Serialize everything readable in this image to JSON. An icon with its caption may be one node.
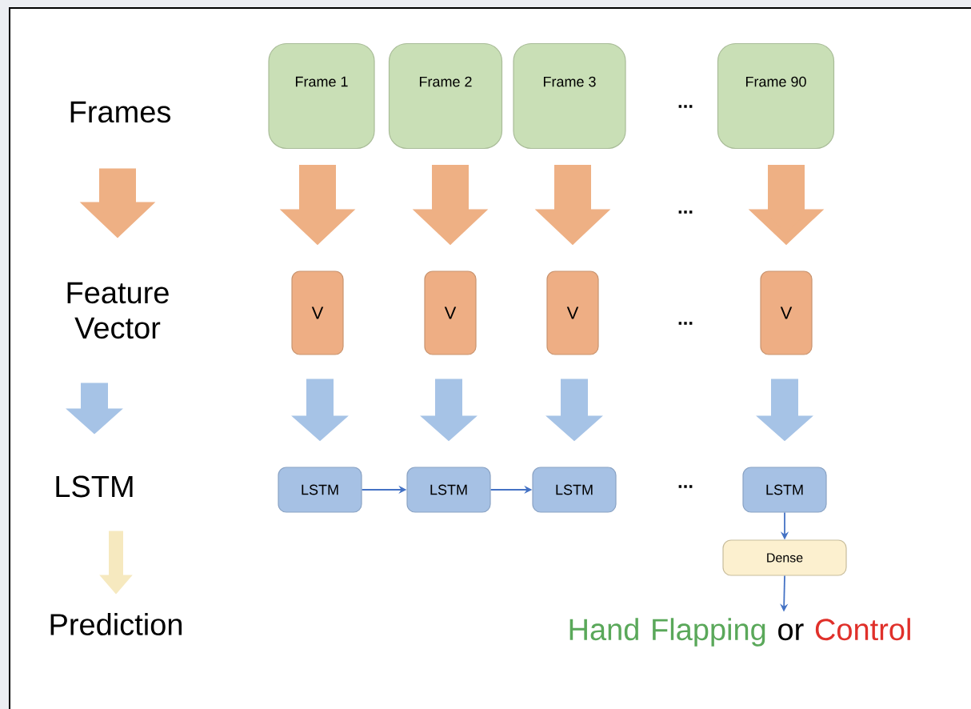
{
  "diagram": {
    "nodes": [
      {
        "text": [
          "Frames"
        ]
      },
      {
        "text": [
          "Feature Vector"
        ]
      },
      {
        "text": [
          "LSTM"
        ]
      },
      {
        "text": [
          "Prediction"
        ]
      },
      {
        "text": [
          "Frame 1"
        ]
      },
      {
        "text": [
          "Frame 2"
        ]
      },
      {
        "text": [
          "Frame 3"
        ]
      },
      {
        "text": [
          "Frame 90"
        ]
      },
      {
        "text": [
          "V"
        ]
      },
      {
        "text": [
          "V"
        ]
      },
      {
        "text": [
          "V"
        ]
      },
      {
        "text": [
          "V"
        ]
      },
      {
        "text": [
          "LSTM"
        ]
      },
      {
        "text": [
          "LSTM"
        ]
      },
      {
        "text": [
          "LSTM"
        ]
      },
      {
        "text": [
          "LSTM"
        ]
      },
      {
        "text": [
          "Dense"
        ]
      },
      {
        "text": [
          "Hand Flapping",
          "or",
          "Control"
        ]
      }
    ],
    "edges": [
      {
        "from": 0,
        "to": 1,
        "arrow": "to",
        "color": "#eeb084"
      },
      {
        "from": 1,
        "to": 2,
        "arrow": "to",
        "color": "#a6c3e6"
      },
      {
        "from": 2,
        "to": 3,
        "arrow": "to",
        "color": "#f6e9bf"
      },
      {
        "from": 4,
        "to": 8,
        "arrow": "to",
        "color": "#eeb084"
      },
      {
        "from": 5,
        "to": 9,
        "arrow": "to",
        "color": "#eeb084"
      },
      {
        "from": 6,
        "to": 10,
        "arrow": "to",
        "color": "#eeb084"
      },
      {
        "from": 7,
        "to": 11,
        "arrow": "to",
        "color": "#eeb084"
      },
      {
        "from": 8,
        "to": 12,
        "arrow": "to",
        "color": "#a6c3e6"
      },
      {
        "from": 9,
        "to": 13,
        "arrow": "to",
        "color": "#a6c3e6"
      },
      {
        "from": 10,
        "to": 14,
        "arrow": "to",
        "color": "#a6c3e6"
      },
      {
        "from": 11,
        "to": 15,
        "arrow": "to",
        "color": "#a6c3e6"
      },
      {
        "from": 12,
        "to": 13,
        "arrow": "to",
        "color": "#4472c4"
      },
      {
        "from": 13,
        "to": 14,
        "arrow": "to",
        "color": "#4472c4"
      },
      {
        "from": 15,
        "to": 16,
        "arrow": "to",
        "color": "#4472c4"
      },
      {
        "from": 16,
        "to": 17,
        "arrow": "to",
        "color": "#4472c4"
      }
    ],
    "labels": [
      "...",
      "...",
      "...",
      "..."
    ]
  }
}
